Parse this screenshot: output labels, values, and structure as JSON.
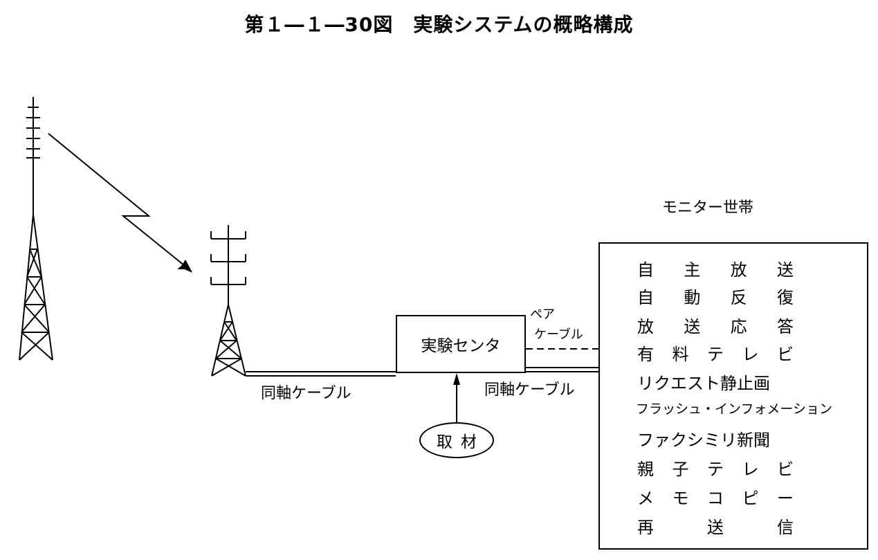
{
  "title": "第１―１―30図　実験システムの概略構成",
  "labels": {
    "coax_left": "同軸ケーブル",
    "coax_right": "同軸ケーブル",
    "pair_cable_line1": "ペア",
    "pair_cable_line2": "ケーブル",
    "center": "実験センタ",
    "reporting": "取材",
    "monitor_households": "モニター世帯"
  },
  "services": [
    {
      "text": "自主放送",
      "chars": [
        "自",
        "主",
        "放",
        "送"
      ]
    },
    {
      "text": "自動反復",
      "chars": [
        "自",
        "動",
        "反",
        "復"
      ]
    },
    {
      "text": "放送応答",
      "chars": [
        "放",
        "送",
        "応",
        "答"
      ]
    },
    {
      "text": "有料テレビ",
      "chars": [
        "有",
        "料",
        "テ",
        "レ",
        "ビ"
      ]
    },
    {
      "text": "リクエスト静止画"
    },
    {
      "text": "フラッシュ・インフォメーション"
    },
    {
      "text": "ファクシミリ新聞"
    },
    {
      "text": "親子テレビ",
      "chars": [
        "親",
        "子",
        "テ",
        "レ",
        "ビ"
      ]
    },
    {
      "text": "メモコピー",
      "chars": [
        "メ",
        "モ",
        "コ",
        "ピ",
        "ー"
      ]
    },
    {
      "text": "再送信",
      "chars": [
        "再",
        "送",
        "信"
      ]
    }
  ]
}
